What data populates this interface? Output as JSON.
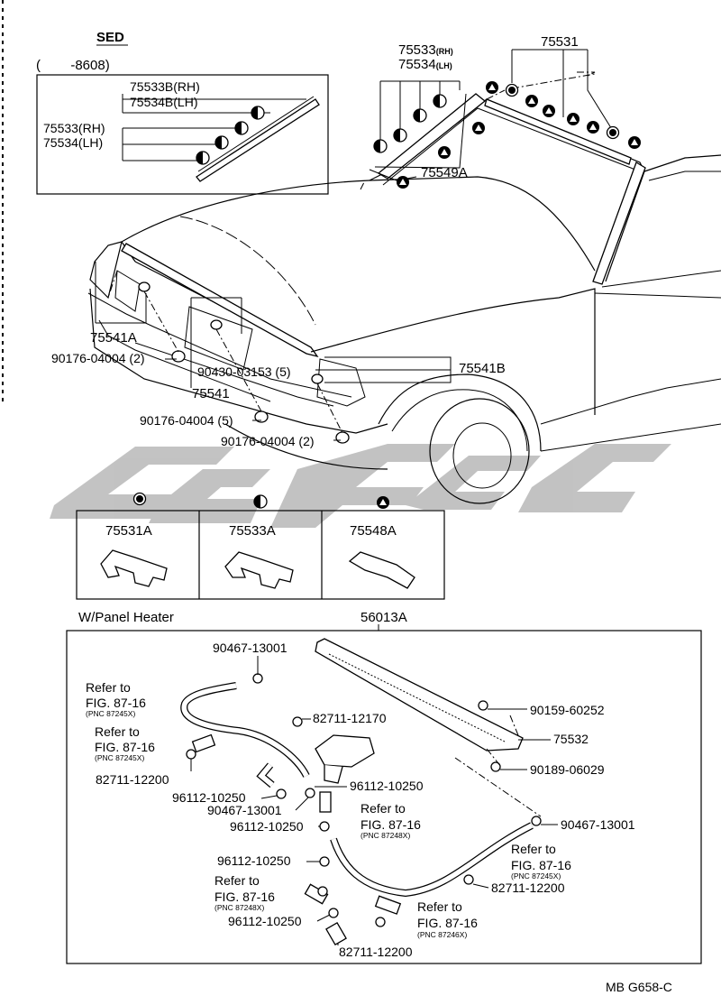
{
  "variant_label": "SED",
  "inset": {
    "date_range": "(        -8608)",
    "labels": [
      "75533B(RH)",
      "75534B(LH)",
      "75533(RH)",
      "75534(LH)"
    ]
  },
  "callouts": {
    "molding_rh_lh": "75533(RH)",
    "molding_lh": "75534(LH)",
    "windshield_upper": "75531",
    "moulding_a": "75549A",
    "hood_rear_a": "75541A",
    "hood_rear_b": "75541B",
    "hood_rear": "75541",
    "clip_2_left": "90176-04004 (2)",
    "screw_5": "90430-03153 (5)",
    "clip_5": "90176-04004 (5)",
    "clip_2_right": "90176-04004 (2)"
  },
  "legend": {
    "items": [
      {
        "symbol": "full-circle",
        "part": "75531A"
      },
      {
        "symbol": "half-circle",
        "part": "75533A"
      },
      {
        "symbol": "triangle-circle",
        "part": "75548A"
      }
    ]
  },
  "heater": {
    "title": "W/Panel Heater",
    "assembly": "56013A",
    "parts": {
      "p1": "90467-13001",
      "p2": "82711-12170",
      "p3": "90159-60252",
      "p4": "75532",
      "p5": "90189-06029",
      "p6": "96112-10250",
      "p7": "96112-10250",
      "p8": "90467-13001",
      "p9": "96112-10250",
      "p10": "90467-13001",
      "p11": "96112-10250",
      "p12": "82711-12200",
      "p13": "82711-12200",
      "p14": "96112-10250",
      "p15": "82711-12200"
    },
    "refs": [
      {
        "l1": "Refer to",
        "l2": "FIG. 87-16",
        "l3": "(PNC 87245X)"
      },
      {
        "l1": "Refer to",
        "l2": "FIG. 87-16",
        "l3": "(PNC 87245X)"
      },
      {
        "l1": "Refer to",
        "l2": "FIG. 87-16",
        "l3": "(PNC 87248X)"
      },
      {
        "l1": "Refer to",
        "l2": "FIG. 87-16",
        "l3": "(PNC 87245X)"
      },
      {
        "l1": "Refer to",
        "l2": "FIG. 87-16",
        "l3": "(PNC 87248X)"
      },
      {
        "l1": "Refer to",
        "l2": "FIG. 87-16",
        "l3": "(PNC 87246X)"
      }
    ]
  },
  "figure_code": "MB G658-C"
}
